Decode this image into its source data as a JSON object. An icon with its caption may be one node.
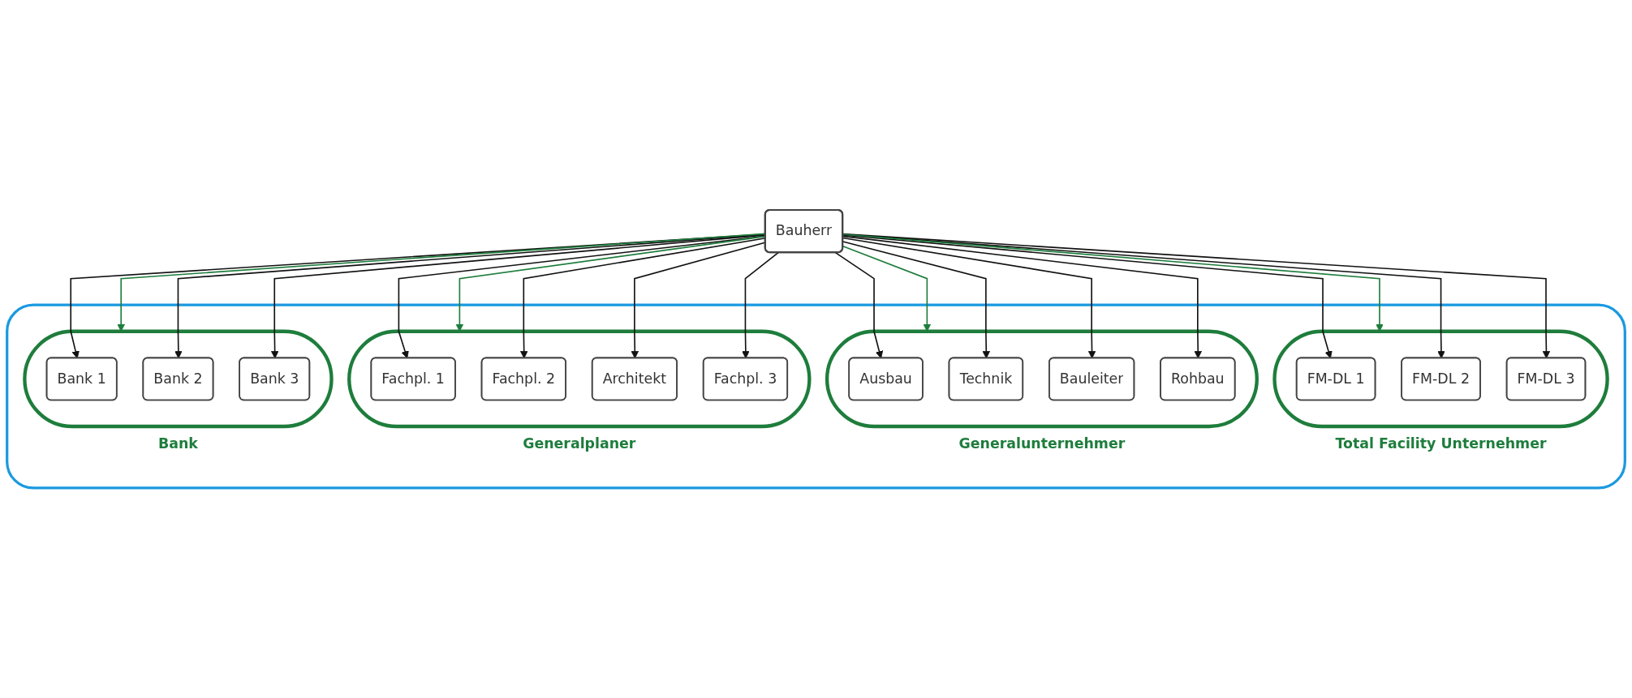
{
  "diagram": {
    "nodes": [
      {
        "text": [
          "Bauherr"
        ]
      },
      {
        "text": [],
        "shape": "box"
      },
      {
        "text": [
          "Bank"
        ],
        "in": 1
      },
      {
        "text": [
          "Bank 1"
        ],
        "in": 2
      },
      {
        "text": [
          "Bank 2"
        ],
        "in": 2
      },
      {
        "text": [
          "Bank 3"
        ],
        "in": 2
      },
      {
        "text": [
          "Generalplaner"
        ],
        "in": 1
      },
      {
        "text": [
          "Fachpl. 1"
        ],
        "in": 6
      },
      {
        "text": [
          "Fachpl. 2"
        ],
        "in": 6
      },
      {
        "text": [
          "Architekt"
        ],
        "in": 6
      },
      {
        "text": [
          "Fachpl. 3"
        ],
        "in": 6
      },
      {
        "text": [
          "Generalunternehmer"
        ],
        "in": 1
      },
      {
        "text": [
          "Ausbau"
        ],
        "in": 11
      },
      {
        "text": [
          "Technik"
        ],
        "in": 11
      },
      {
        "text": [
          "Bauleiter"
        ],
        "in": 11
      },
      {
        "text": [
          "Rohbau"
        ],
        "in": 11
      },
      {
        "text": [
          "Total Facility Unternehmer"
        ],
        "in": 1
      },
      {
        "text": [
          "FM-DL 1"
        ],
        "in": 16
      },
      {
        "text": [
          "FM-DL 2"
        ],
        "in": 16
      },
      {
        "text": [
          "FM-DL 3"
        ],
        "in": 16
      }
    ],
    "edges": [
      {
        "from": 0,
        "to": 2,
        "arrow": "to",
        "color": "#1e7d3c"
      },
      {
        "from": 0,
        "to": 3,
        "arrow": "to"
      },
      {
        "from": 0,
        "to": 4,
        "arrow": "to"
      },
      {
        "from": 0,
        "to": 5,
        "arrow": "to"
      },
      {
        "from": 0,
        "to": 6,
        "arrow": "to",
        "color": "#1e7d3c"
      },
      {
        "from": 0,
        "to": 7,
        "arrow": "to"
      },
      {
        "from": 0,
        "to": 8,
        "arrow": "to"
      },
      {
        "from": 0,
        "to": 9,
        "arrow": "to"
      },
      {
        "from": 0,
        "to": 10,
        "arrow": "to"
      },
      {
        "from": 0,
        "to": 11,
        "arrow": "to",
        "color": "#1e7d3c"
      },
      {
        "from": 0,
        "to": 12,
        "arrow": "to"
      },
      {
        "from": 0,
        "to": 13,
        "arrow": "to"
      },
      {
        "from": 0,
        "to": 14,
        "arrow": "to"
      },
      {
        "from": 0,
        "to": 15,
        "arrow": "to"
      },
      {
        "from": 0,
        "to": 16,
        "arrow": "to",
        "color": "#1e7d3c"
      },
      {
        "from": 0,
        "to": 17,
        "arrow": "to"
      },
      {
        "from": 0,
        "to": 18,
        "arrow": "to"
      },
      {
        "from": 0,
        "to": 19,
        "arrow": "to"
      }
    ]
  }
}
